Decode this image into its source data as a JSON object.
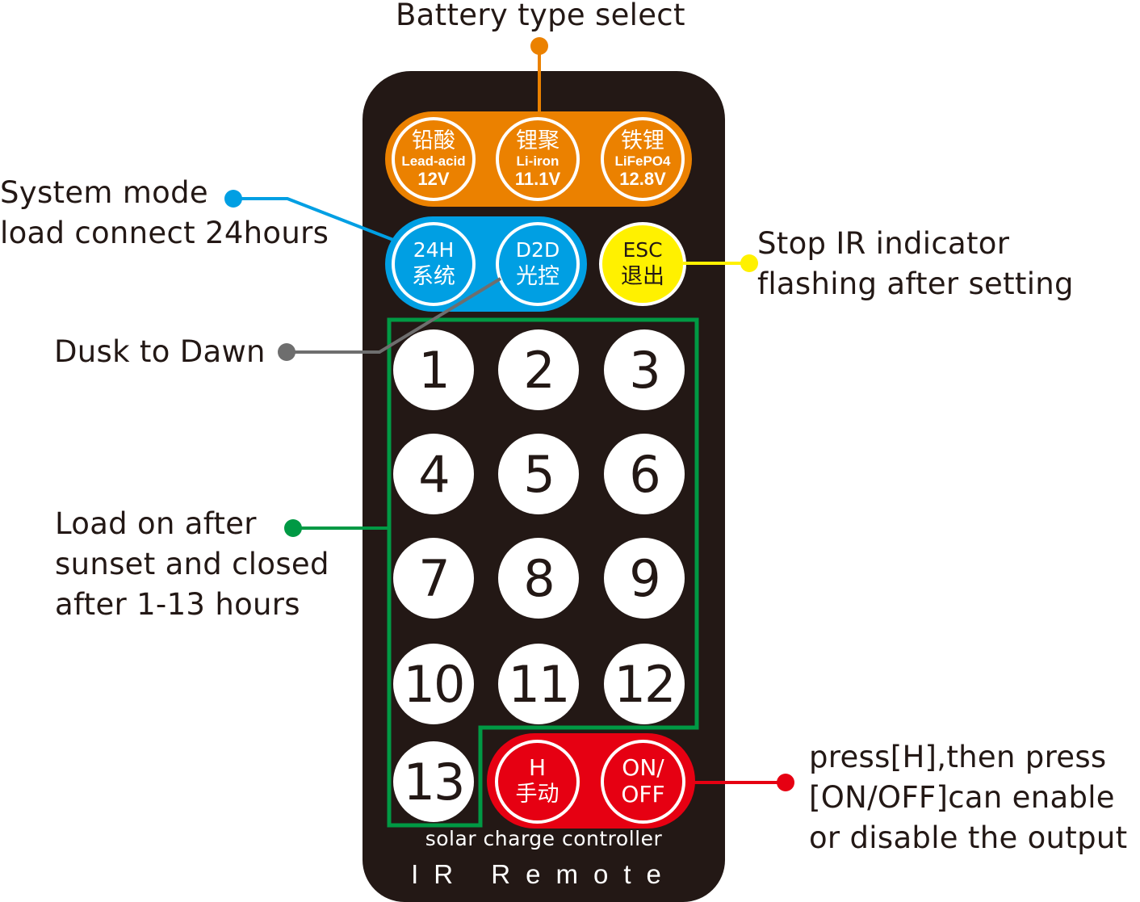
{
  "title": "Battery type select",
  "colors": {
    "remote_body": "#231815",
    "battery_group": "#EB8100",
    "mode_group": "#009FE3",
    "esc_button": "#FFF100",
    "power_group": "#E60012",
    "hours_group": "#009944",
    "dusk_callout": "#6E6E6E"
  },
  "battery_buttons": [
    {
      "cn": "铅酸",
      "en": "Lead-acid",
      "voltage": "12V"
    },
    {
      "cn": "锂聚",
      "en": "Li-iron",
      "voltage": "11.1V"
    },
    {
      "cn": "铁锂",
      "en": "LiFePO4",
      "voltage": "12.8V"
    }
  ],
  "mode_buttons": [
    {
      "line1": "24H",
      "line2": "系统"
    },
    {
      "line1": "D2D",
      "line2": "光控"
    }
  ],
  "esc_button": {
    "line1": "ESC",
    "line2": "退出"
  },
  "number_buttons": [
    "1",
    "2",
    "3",
    "4",
    "5",
    "6",
    "7",
    "8",
    "9",
    "10",
    "11",
    "12",
    "13"
  ],
  "power_buttons": [
    {
      "line1": "H",
      "line2": "手动"
    },
    {
      "line1": "ON/",
      "line2": "OFF"
    }
  ],
  "footer": {
    "subtitle": "solar charge controller",
    "title": "IR Remote"
  },
  "callouts": {
    "battery": "Battery type select",
    "system_mode": [
      "System mode",
      "load connect 24hours"
    ],
    "dusk_to_dawn": "Dusk to Dawn",
    "load_hours": [
      "Load on after",
      "sunset and closed",
      "after 1-13 hours"
    ],
    "esc": [
      "Stop IR indicator",
      "flashing after setting"
    ],
    "power": [
      "press[H],then press",
      "[ON/OFF]can enable",
      "or disable the output"
    ]
  }
}
